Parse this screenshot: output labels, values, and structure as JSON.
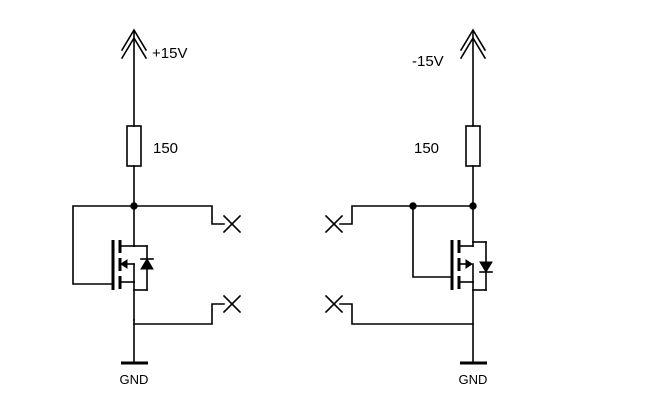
{
  "left_circuit": {
    "supply_label": "+15V",
    "resistor_value": "150",
    "ground_label": "GND"
  },
  "right_circuit": {
    "supply_label": "-15V",
    "resistor_value": "150",
    "ground_label": "GND"
  }
}
